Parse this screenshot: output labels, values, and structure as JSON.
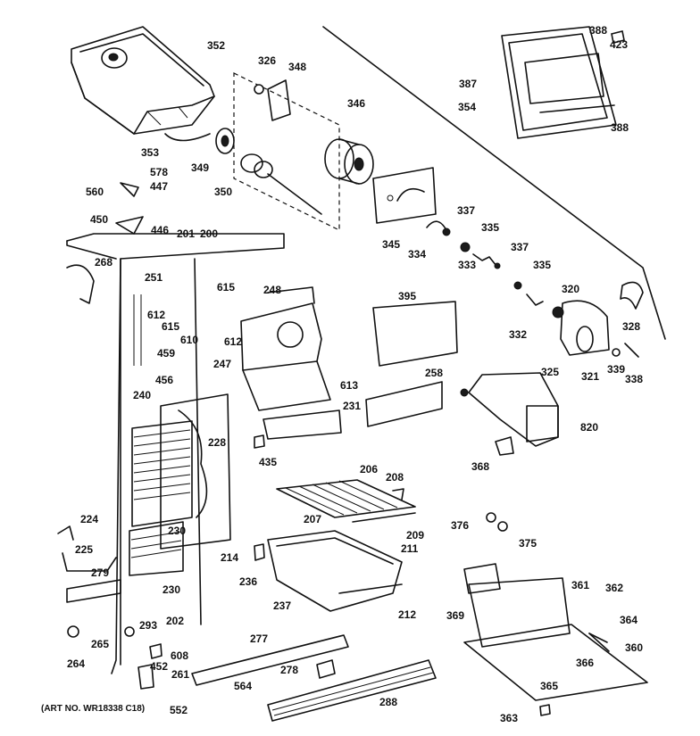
{
  "art_number": "(ART NO. WR18338 C18)",
  "parts": {
    "p352": "352",
    "p326": "326",
    "p348": "348",
    "p346": "346",
    "p353": "353",
    "p349": "349",
    "p350": "350",
    "p578": "578",
    "p447": "447",
    "p560": "560",
    "p450": "450",
    "p446": "446",
    "p201": "201",
    "p200": "200",
    "p268": "268",
    "p251": "251",
    "p615a": "615",
    "p615b": "615",
    "p248": "248",
    "p612a": "612",
    "p612b": "612",
    "p610": "610",
    "p459": "459",
    "p247": "247",
    "p456": "456",
    "p613": "613",
    "p240": "240",
    "p228": "228",
    "p435": "435",
    "p224": "224",
    "p225": "225",
    "p279": "279",
    "p230a": "230",
    "p230b": "230",
    "p214": "214",
    "p236": "236",
    "p237": "237",
    "p202": "202",
    "p293": "293",
    "p265": "265",
    "p264": "264",
    "p608": "608",
    "p452": "452",
    "p261": "261",
    "p552": "552",
    "p564": "564",
    "p277": "277",
    "p278": "278",
    "p288": "288",
    "p388a": "388",
    "p423": "423",
    "p387": "387",
    "p388b": "388",
    "p354": "354",
    "p345": "345",
    "p337a": "337",
    "p334": "334",
    "p335a": "335",
    "p337b": "337",
    "p333": "333",
    "p335b": "335",
    "p395": "395",
    "p320": "320",
    "p328": "328",
    "p332": "332",
    "p325": "325",
    "p321": "321",
    "p339": "339",
    "p338": "338",
    "p258": "258",
    "p231": "231",
    "p820": "820",
    "p368": "368",
    "p206": "206",
    "p208": "208",
    "p207": "207",
    "p209": "209",
    "p211": "211",
    "p212": "212",
    "p376": "376",
    "p375": "375",
    "p361": "361",
    "p362": "362",
    "p369": "369",
    "p364": "364",
    "p360": "360",
    "p366": "366",
    "p365": "365",
    "p363": "363"
  }
}
